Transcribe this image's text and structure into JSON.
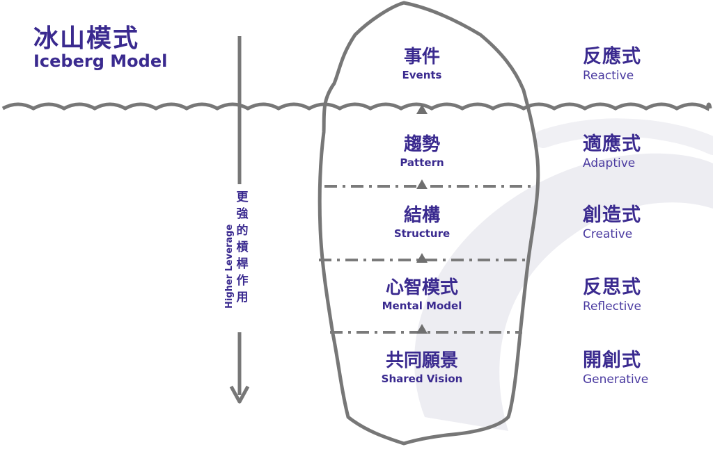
{
  "title": {
    "zh": "冰山模式",
    "en": "Iceberg Model"
  },
  "leverage": {
    "zh": "更強的槓桿作用",
    "en": "Higher Leverage"
  },
  "layers": [
    {
      "zh": "事件",
      "en": "Events"
    },
    {
      "zh": "趨勢",
      "en": "Pattern"
    },
    {
      "zh": "結構",
      "en": "Structure"
    },
    {
      "zh": "心智模式",
      "en": "Mental Model"
    },
    {
      "zh": "共同願景",
      "en": "Shared Vision"
    }
  ],
  "responses": [
    {
      "zh": "反應式",
      "en": "Reactive"
    },
    {
      "zh": "適應式",
      "en": "Adaptive"
    },
    {
      "zh": "創造式",
      "en": "Creative"
    },
    {
      "zh": "反思式",
      "en": "Reflective"
    },
    {
      "zh": "開創式",
      "en": "Generative"
    }
  ],
  "colors": {
    "text": "#3a2a8f",
    "outline": "#7a7a7a",
    "swirl": "#ededf2"
  }
}
